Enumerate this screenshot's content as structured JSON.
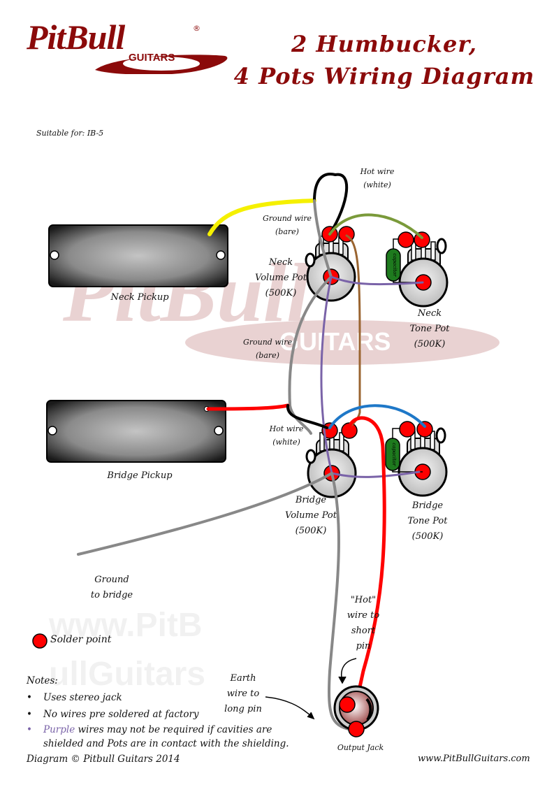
{
  "header": {
    "logo": {
      "brand": "PitBull",
      "sub": "GUITARS",
      "mark": "®"
    },
    "title_line1": "2 Humbucker,",
    "title_line2": "4 Pots Wiring Diagram",
    "suitable_for": "Suitable for: IB-5"
  },
  "colors": {
    "brand": "#8b0a0a",
    "solder": "#ff0000",
    "wire_yellow": "#f5f000",
    "wire_black": "#000000",
    "wire_gray": "#808080",
    "wire_green": "#7a9a3a",
    "wire_brown": "#9a6430",
    "wire_purple": "#7a63a8",
    "wire_blue": "#1e78c8",
    "wire_red": "#ff0000",
    "capacitor": "#1e7a1e"
  },
  "pickups": {
    "neck": {
      "label": "Neck Pickup"
    },
    "bridge": {
      "label": "Bridge Pickup"
    }
  },
  "pots": {
    "neck_volume": {
      "line1": "Neck",
      "line2": "Volume Pot",
      "value": "(500K)"
    },
    "neck_tone": {
      "line1": "Neck",
      "line2": "Tone Pot",
      "value": "(500K)"
    },
    "bridge_volume": {
      "line1": "Bridge",
      "line2": "Volume Pot",
      "value": "(500K)"
    },
    "bridge_tone": {
      "line1": "Bridge",
      "line2": "Tone Pot",
      "value": "(500K)"
    }
  },
  "capacitor_label": "capacitor",
  "wire_labels": {
    "hot_top": {
      "line1": "Hot wire",
      "line2": "(white)"
    },
    "ground_top": {
      "line1": "Ground wire",
      "line2": "(bare)"
    },
    "ground_mid": {
      "line1": "Ground wire",
      "line2": "(bare)"
    },
    "hot_bridge": {
      "line1": "Hot wire",
      "line2": "(white)"
    },
    "ground_bridge": {
      "line1": "Ground",
      "line2": "to bridge"
    },
    "hot_jack": {
      "line1": "\"Hot\"",
      "line2": "wire to",
      "line3": "short",
      "line4": "pin"
    },
    "earth_jack": {
      "line1": "Earth",
      "line2": "wire to",
      "line3": "long pin"
    }
  },
  "jack": {
    "label": "Output Jack"
  },
  "legend": {
    "solder_point": "Solder point"
  },
  "notes": {
    "heading": "Notes:",
    "items": [
      {
        "text": "Uses stereo jack"
      },
      {
        "text": "No wires pre soldered at factory"
      },
      {
        "highlight": "Purple",
        "text": " wires may not be required if cavities are shielded and Pots are in contact with the shielding."
      }
    ],
    "bullet": "•"
  },
  "footer": {
    "copyright": "Diagram © Pitbull Guitars 2014",
    "website": "www.PitBullGuitars.com"
  },
  "watermark": {
    "brand": "PitBull",
    "sub": "GUITARS",
    "url1": "www.PitB",
    "url2": "ullGuitars"
  }
}
